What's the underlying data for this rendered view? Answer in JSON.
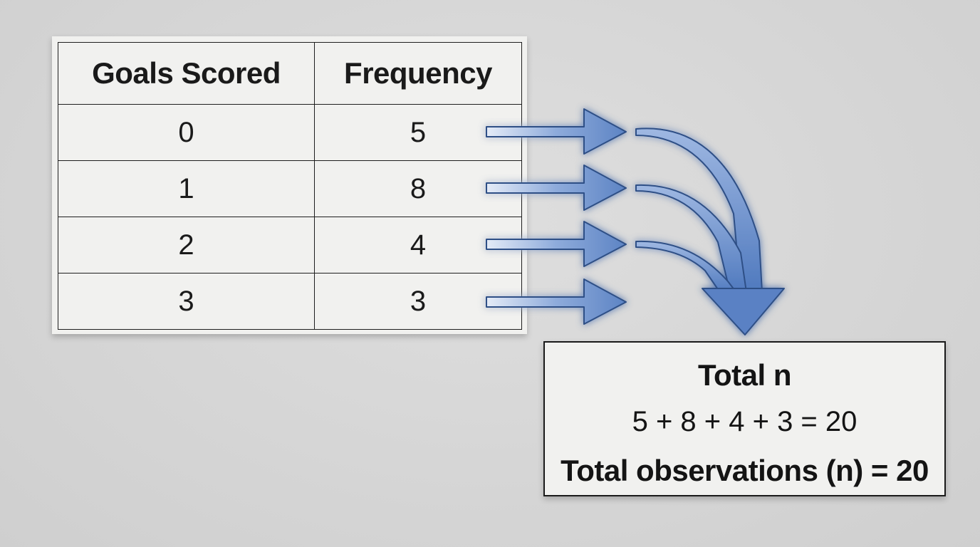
{
  "table": {
    "headers": [
      "Goals Scored",
      "Frequency"
    ],
    "rows": [
      {
        "goals": "0",
        "frequency": "5"
      },
      {
        "goals": "1",
        "frequency": "8"
      },
      {
        "goals": "2",
        "frequency": "4"
      },
      {
        "goals": "3",
        "frequency": "3"
      }
    ]
  },
  "total": {
    "title": "Total n",
    "sum": "5 + 8 + 4 + 3 = 20",
    "result": "Total observations (n) = 20"
  },
  "colors": {
    "arrow_fill": "#6b8ec9",
    "arrow_stroke": "#2e4f86",
    "arrow_glow": "#8fb4ff",
    "panel_bg": "#f1f1ef",
    "border": "#1a1a1a"
  }
}
